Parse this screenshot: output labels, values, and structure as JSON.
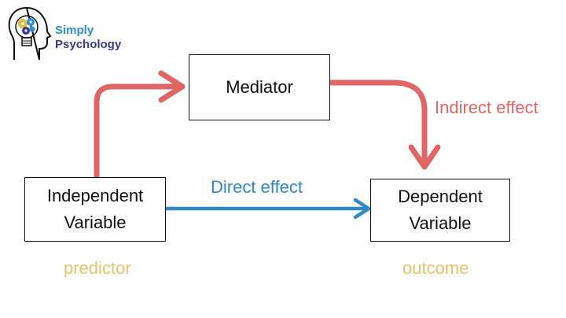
{
  "logo": {
    "line1": "Simply",
    "line2": "Psychology",
    "colors": {
      "primary": "#3a3a8c",
      "accent": "#2b8fcf"
    }
  },
  "nodes": {
    "mediator": {
      "label": "Mediator"
    },
    "independent": {
      "line1": "Independent",
      "line2": "Variable"
    },
    "dependent": {
      "line1": "Dependent",
      "line2": "Variable"
    }
  },
  "edges": {
    "indirect": {
      "label": "Indirect effect",
      "color": "#e06666"
    },
    "direct": {
      "label": "Direct effect",
      "color": "#2f8ac6"
    }
  },
  "roles": {
    "predictor": "predictor",
    "outcome": "outcome",
    "color": "#e8c36a"
  }
}
